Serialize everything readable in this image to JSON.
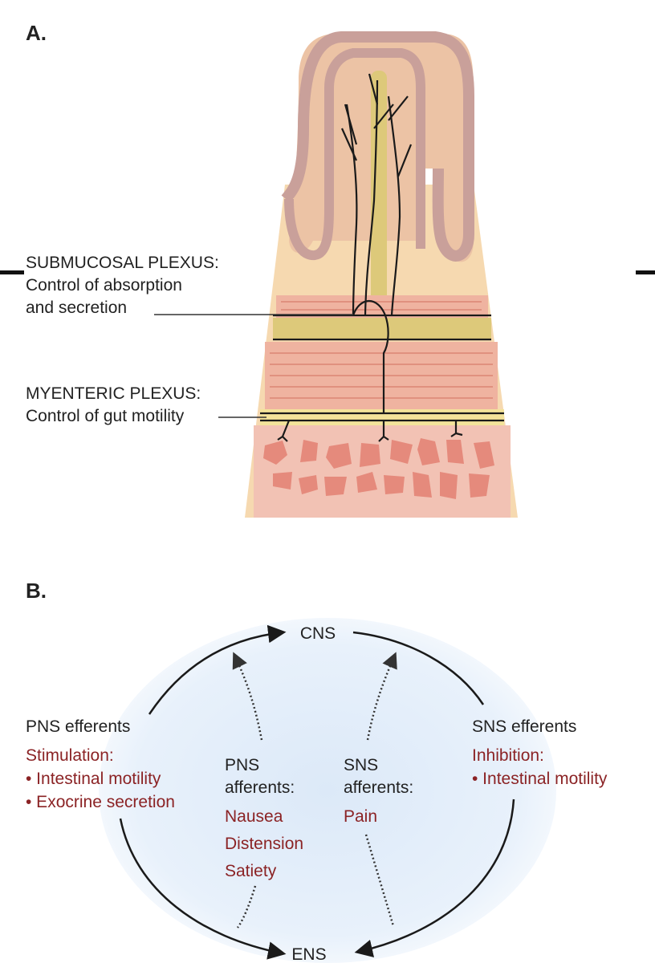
{
  "panel_a": {
    "label": "A.",
    "submucosal": {
      "title": "SUBMUCOSAL PLEXUS:",
      "line1": "Control of absorption",
      "line2": "and secretion"
    },
    "myenteric": {
      "title": "MYENTERIC PLEXUS:",
      "line1": "Control of gut motility"
    }
  },
  "panel_b": {
    "label": "B.",
    "cns": "CNS",
    "ens": "ENS",
    "pns_efferents": {
      "title": "PNS efferents",
      "heading": "Stimulation:",
      "items": [
        "• Intestinal motility",
        "• Exocrine secretion"
      ]
    },
    "sns_efferents": {
      "title": "SNS efferents",
      "heading": "Inhibition:",
      "items": [
        "• Intestinal motility"
      ]
    },
    "pns_afferents": {
      "line1": "PNS",
      "line2": "afferents:",
      "items": [
        "Nausea",
        "Distension",
        "Satiety"
      ]
    },
    "sns_afferents": {
      "line1": "SNS",
      "line2": "afferents:",
      "items": [
        "Pain"
      ]
    }
  },
  "colors": {
    "text": "#222222",
    "red_text": "#8b2325",
    "mucosa": "#f6d9b0",
    "epithelium": "#c9a09a",
    "muscle_pink": "#efb3a0",
    "plexus_band": "#ddc97a",
    "serosa": "#f2c2b4",
    "fat_blob": "#e58a7c",
    "nerve": "#1a1a1a",
    "background_glow": "#e3eefa"
  }
}
